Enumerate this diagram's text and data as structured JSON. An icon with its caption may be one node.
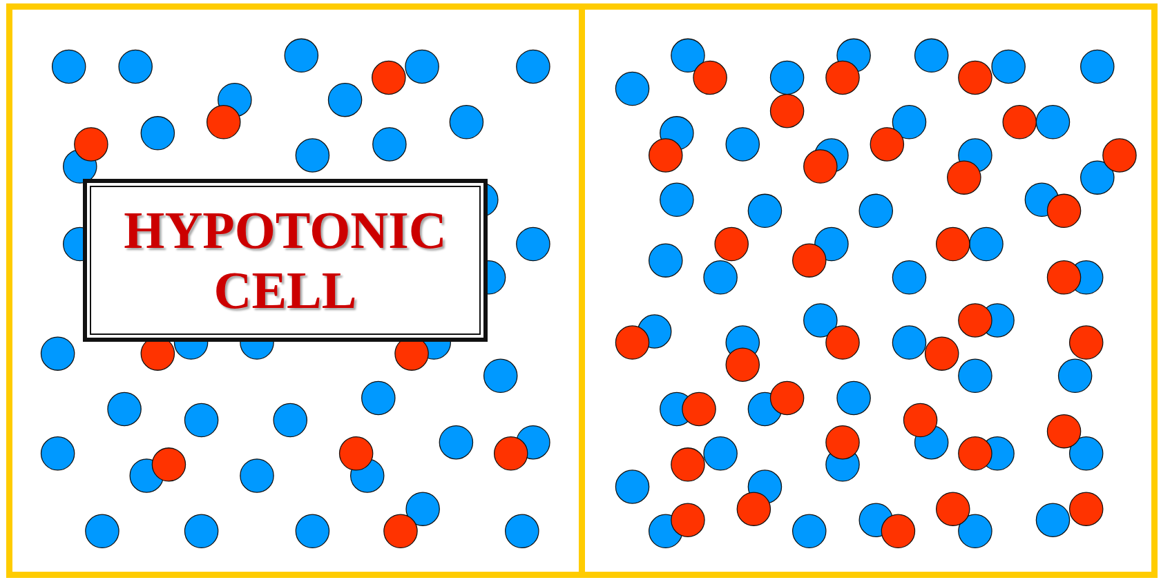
{
  "diagram": {
    "nodes": [
      {
        "text": [],
        "shape": "box"
      },
      {
        "text": [],
        "shape": "box"
      },
      {
        "text": [
          "HYPOTONIC CELL"
        ],
        "in": 0
      }
    ]
  }
}
